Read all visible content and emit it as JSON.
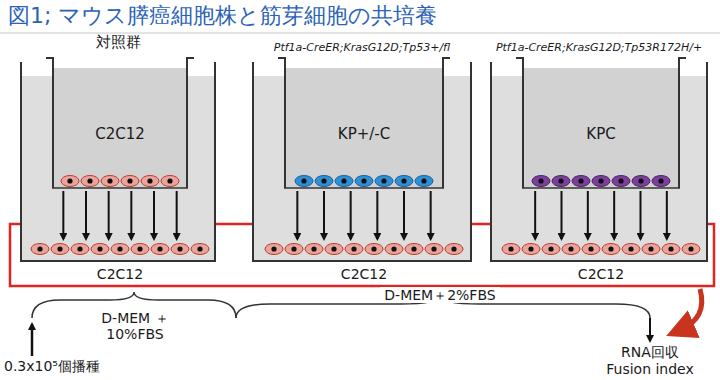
{
  "diagram": {
    "title": "図1; マウス膵癌細胞株と筋芽細胞の共培養",
    "nodes": [
      {
        "text": [
          "対照群"
        ]
      },
      {
        "text": [
          "C2C12"
        ],
        "in": 0
      },
      {
        "text": [
          "C2C12"
        ],
        "in": 0
      },
      {
        "text": [
          "Ptf1a-CreER;KrasG12D;Tp53+/fl"
        ]
      },
      {
        "text": [
          "KP+/-C"
        ],
        "in": 3
      },
      {
        "text": [
          "C2C12"
        ],
        "in": 3
      },
      {
        "text": [
          "Ptf1a-CreER;KrasG12D;Tp53R172H/+"
        ]
      },
      {
        "text": [
          "KPC"
        ],
        "in": 6
      },
      {
        "text": [
          "C2C12"
        ],
        "in": 6
      }
    ],
    "edges": [
      {
        "from": 1,
        "to": 2,
        "arrow": "to"
      },
      {
        "from": 4,
        "to": 5,
        "arrow": "to"
      },
      {
        "from": 7,
        "to": 8,
        "arrow": "to"
      }
    ],
    "labels": [
      "D-MEM ＋10%FBS",
      "D-MEM＋2%FBS",
      "0.3x10⁵個播種",
      "RNA回収",
      "Fusion index"
    ]
  }
}
